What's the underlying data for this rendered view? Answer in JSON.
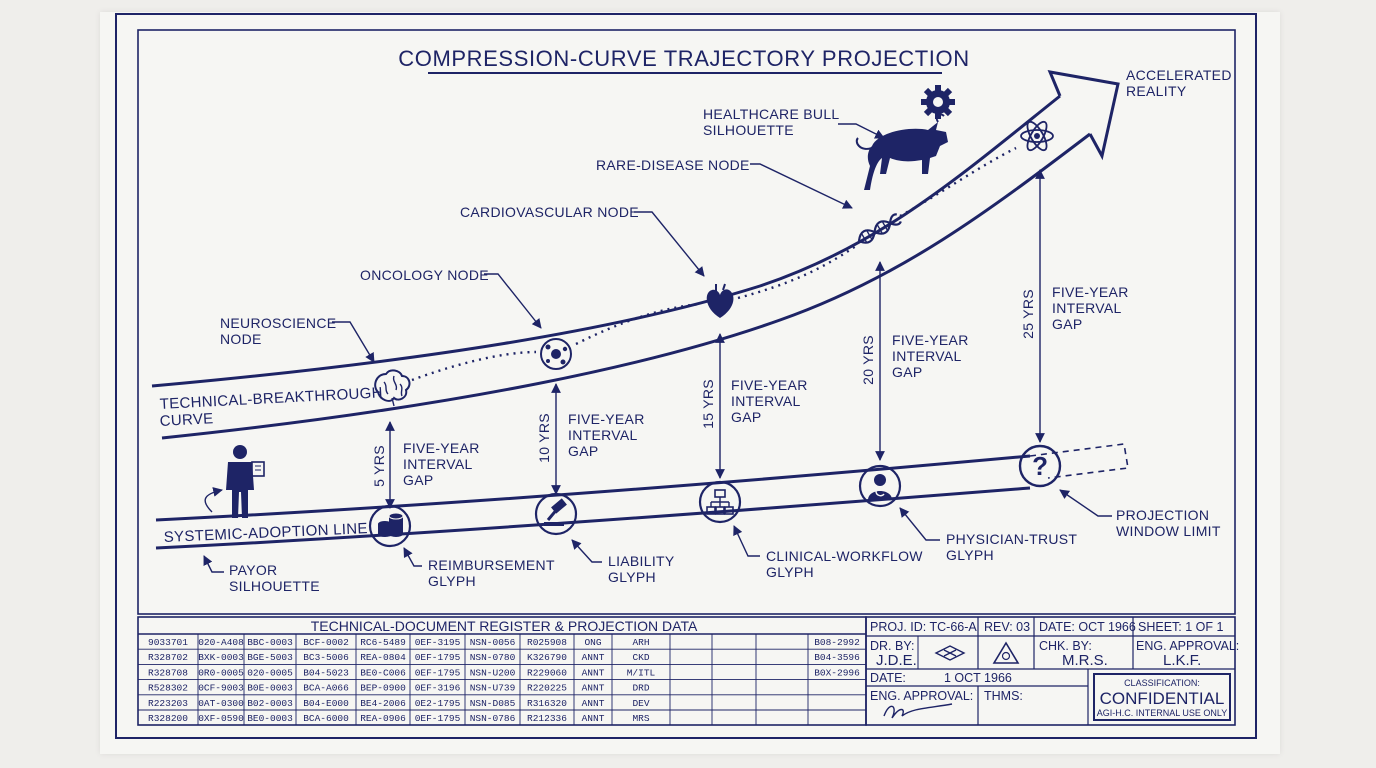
{
  "title": "COMPRESSION-CURVE TRAJECTORY PROJECTION",
  "curves": {
    "technical": [
      "TECHNICAL-BREAKTHROUGH",
      "CURVE"
    ],
    "systemic": "SYSTEMIC-ADOPTION LINE",
    "end": [
      "ACCELERATED",
      "REALITY"
    ]
  },
  "nodes": {
    "neuroscience": [
      "NEUROSCIENCE",
      "NODE"
    ],
    "oncology": "ONCOLOGY NODE",
    "cardiovascular": "CARDIOVASCULAR NODE",
    "rare_disease": "RARE-DISEASE NODE",
    "bull": [
      "HEALTHCARE BULL",
      "SILHOUETTE"
    ]
  },
  "gaps": [
    {
      "years": "5 YRS",
      "label": [
        "FIVE-YEAR",
        "INTERVAL",
        "GAP"
      ]
    },
    {
      "years": "10 YRS",
      "label": [
        "FIVE-YEAR",
        "INTERVAL",
        "GAP"
      ]
    },
    {
      "years": "15 YRS",
      "label": [
        "FIVE-YEAR",
        "INTERVAL",
        "GAP"
      ]
    },
    {
      "years": "20 YRS",
      "label": [
        "FIVE-YEAR",
        "INTERVAL",
        "GAP"
      ]
    },
    {
      "years": "25 YRS",
      "label": [
        "FIVE-YEAR",
        "INTERVAL",
        "GAP"
      ]
    }
  ],
  "glyphs": {
    "payor": [
      "PAYOR",
      "SILHOUETTE"
    ],
    "reimbursement": [
      "REIMBURSEMENT",
      "GLYPH"
    ],
    "liability": [
      "LIABILITY",
      "GLYPH"
    ],
    "clinical": [
      "CLINICAL-WORKFLOW",
      "GLYPH"
    ],
    "physician": [
      "PHYSICIAN-TRUST",
      "GLYPH"
    ],
    "projection": [
      "PROJECTION",
      "WINDOW LIMIT"
    ],
    "question_mark": "?"
  },
  "register": {
    "heading": "TECHNICAL-DOCUMENT REGISTER & PROJECTION DATA",
    "rows": [
      [
        "9033701",
        "020-A408",
        "BBC-0003",
        "BCF-0002",
        "RC6-5489",
        "0EF-3195",
        "NSN-0056",
        "R025908",
        "ONG",
        "ARH",
        "",
        "",
        "",
        "B08-2992"
      ],
      [
        "R328702",
        "BXK-0003",
        "BGE-5003",
        "BC3-5006",
        "REA-0804",
        "0EF-1795",
        "NSN-0780",
        "K326790",
        "ANNT",
        "CKD",
        "",
        "",
        "",
        "B04-3596"
      ],
      [
        "R328708",
        "0R0-0005",
        "020-0005",
        "B04-5023",
        "BE0-C006",
        "0EF-1795",
        "NSN-U200",
        "R229060",
        "ANNT",
        "M/ITL",
        "",
        "",
        "",
        "B0X-2996"
      ],
      [
        "R528302",
        "0CF-9003",
        "B0E-0003",
        "BCA-A066",
        "BEP-0900",
        "0EF-3196",
        "NSN-U739",
        "R220225",
        "ANNT",
        "DRD",
        "",
        "",
        "",
        ""
      ],
      [
        "R223203",
        "0AT-0300",
        "B02-0003",
        "B04-E000",
        "BE4-2006",
        "0E2-1795",
        "NSN-D085",
        "R316320",
        "ANNT",
        "DEV",
        "",
        "",
        "",
        ""
      ],
      [
        "R328200",
        "0XF-0590",
        "BE0-0003",
        "BCA-6000",
        "REA-0906",
        "0EF-1795",
        "NSN-0786",
        "R212336",
        "ANNT",
        "MRS",
        "",
        "",
        "",
        ""
      ]
    ]
  },
  "titleblock": {
    "proj_id": "PROJ. ID: TC-66-A",
    "rev": "REV: 03",
    "date_top": "DATE: OCT 1966",
    "sheet": "SHEET:  1 OF 1",
    "dr_by_label": "DR. BY:",
    "dr_by": "J.D.E.",
    "chk_by_label": "CHK. BY:",
    "chk_by": "M.R.S.",
    "eng_approval_label": "ENG. APPROVAL:",
    "eng_approval": "L.K.F.",
    "date_label": "DATE:",
    "date_value": "1 OCT 1966",
    "eng_approval_label2": "ENG. APPROVAL:",
    "thms": "THMS:",
    "classification_label": "CLASSIFICATION:",
    "classification": "CONFIDENTIAL",
    "classification_note": "AGI-H.C. INTERNAL USE ONLY"
  },
  "colors": {
    "ink": "#1e2466",
    "paper": "#f6f6f3",
    "background": "#efeeeb"
  },
  "icons": [
    "brain-icon",
    "cell-icon",
    "heart-icon",
    "dna-icon",
    "atom-icon",
    "gear-icon",
    "bull-icon",
    "businessman-icon",
    "coins-icon",
    "gavel-icon",
    "flowchart-icon",
    "physician-icon",
    "question-icon",
    "signature-icon"
  ]
}
